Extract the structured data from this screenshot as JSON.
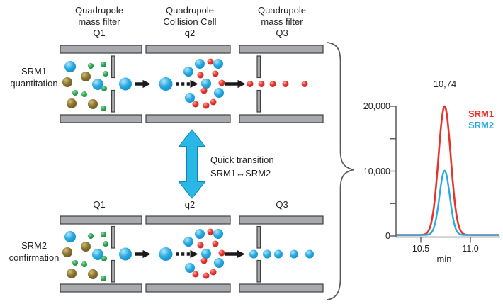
{
  "figure": {
    "columns": [
      {
        "line1": "Quadrupole",
        "line2": "mass filter",
        "line3": "Q1",
        "bottom_label": "Q1"
      },
      {
        "line1": "Quadrupole",
        "line2": "Collision Cell",
        "line3": "q2",
        "bottom_label": "q2"
      },
      {
        "line1": "Quadrupole",
        "line2": "mass filter",
        "line3": "Q3",
        "bottom_label": "Q3"
      }
    ],
    "rows": [
      {
        "line1": "SRM1",
        "line2": "quantitation"
      },
      {
        "line1": "SRM2",
        "line2": "confirmation"
      }
    ],
    "transition": {
      "line1": "Quick transition",
      "line2": "SRM1↔SRM2"
    }
  },
  "colors": {
    "precursor_blue": "#29abe2",
    "fragment_red": "#e8332d",
    "matrix_olive": "#8a7531",
    "matrix_green": "#2fa855",
    "chamber_gray": "#a7a9ac",
    "chamber_stroke": "#404041",
    "arrow_black": "#1a1a1a",
    "transition_arrow_cyan": "#29b8e6",
    "axis_gray": "#58595b",
    "text_dark": "#231f20"
  },
  "chart_data": {
    "type": "line",
    "title": "",
    "xlabel": "min",
    "ylabel": "",
    "xlim": [
      10.25,
      11.3
    ],
    "ylim": [
      0,
      20000
    ],
    "x_ticks": [
      10.5,
      11.0
    ],
    "x_tick_labels": [
      "10.5",
      "11.0"
    ],
    "y_ticks": [
      0,
      5000,
      10000,
      15000,
      20000
    ],
    "y_tick_labels": [
      "0",
      "10,000",
      "20,000"
    ],
    "grid": false,
    "legend_position": "top-right",
    "peak_label": "10,74",
    "retention_time": 10.74,
    "series": [
      {
        "name": "SRM1",
        "color": "#e8332d",
        "peak_center": 10.74,
        "peak_height": 20000,
        "sigma": 0.062
      },
      {
        "name": "SRM2",
        "color": "#29abe2",
        "peak_center": 10.74,
        "peak_height": 10000,
        "sigma": 0.052
      }
    ]
  }
}
